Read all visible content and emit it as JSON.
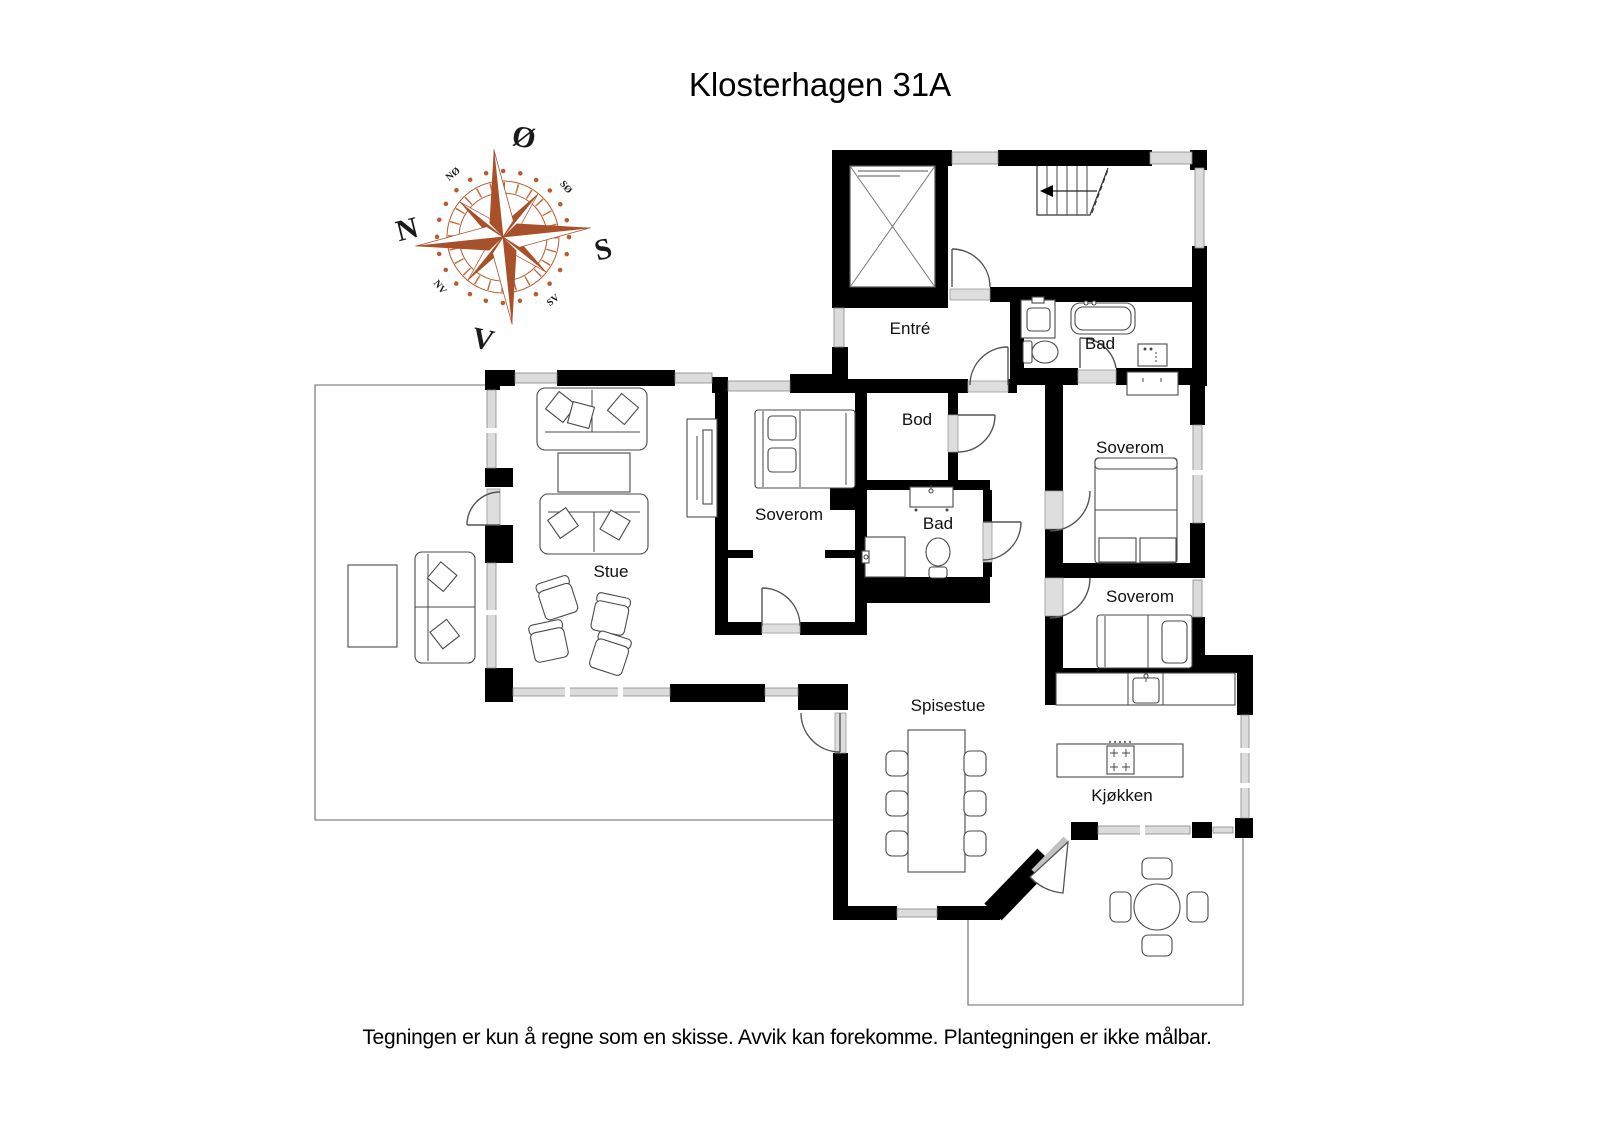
{
  "title": "Klosterhagen 31A",
  "disclaimer": "Tegningen er kun å regne som en skisse. Avvik kan forekomme. Plantegningen er ikke målbar.",
  "compass": {
    "n": "N",
    "e": "Ø",
    "s": "S",
    "w": "V",
    "ne": "NØ",
    "se": "SØ",
    "sw": "SV",
    "nw": "NV",
    "color_dark": "#a8502a",
    "color_mid": "#c3693b"
  },
  "rooms": [
    {
      "id": "entre",
      "label": "Entré"
    },
    {
      "id": "bad-upper",
      "label": "Bad"
    },
    {
      "id": "bod",
      "label": "Bod"
    },
    {
      "id": "soverom-1",
      "label": "Soverom"
    },
    {
      "id": "bad-middle",
      "label": "Bad"
    },
    {
      "id": "soverom-2",
      "label": "Soverom"
    },
    {
      "id": "soverom-3",
      "label": "Soverom"
    },
    {
      "id": "stue",
      "label": "Stue"
    },
    {
      "id": "spisestue",
      "label": "Spisestue"
    },
    {
      "id": "kjokken",
      "label": "Kjøkken"
    }
  ]
}
